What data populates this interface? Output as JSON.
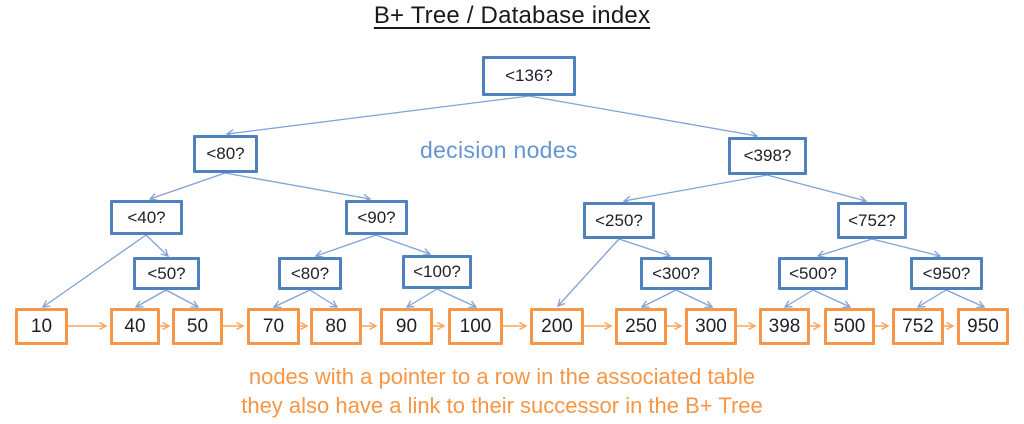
{
  "title": "B+ Tree / Database index",
  "annotations": {
    "decision_nodes_label": "decision nodes",
    "caption_line1": "nodes with a pointer to a row in the associated table",
    "caption_line2": "they also have a link to their successor in the B+ Tree"
  },
  "colors": {
    "background": "#ffffff",
    "title_text": "#1a1a1a",
    "decision_border": "#4f81bd",
    "decision_edge": "#7fa3d7",
    "decision_label_text": "#6494d4",
    "leaf_border": "#f79646",
    "leaf_edge": "#f9a55f",
    "caption_text": "#f79646",
    "node_text": "#1f1f28"
  },
  "tree": {
    "decision_nodes": [
      {
        "id": "d136",
        "label": "<136?"
      },
      {
        "id": "d80",
        "label": "<80?"
      },
      {
        "id": "d398",
        "label": "<398?"
      },
      {
        "id": "d40",
        "label": "<40?"
      },
      {
        "id": "d90",
        "label": "<90?"
      },
      {
        "id": "d250",
        "label": "<250?"
      },
      {
        "id": "d752",
        "label": "<752?"
      },
      {
        "id": "d50",
        "label": "<50?"
      },
      {
        "id": "d80b",
        "label": "<80?"
      },
      {
        "id": "d100",
        "label": "<100?"
      },
      {
        "id": "d300",
        "label": "<300?"
      },
      {
        "id": "d500",
        "label": "<500?"
      },
      {
        "id": "d950",
        "label": "<950?"
      }
    ],
    "leaves": [
      {
        "id": "l10",
        "value": "10"
      },
      {
        "id": "l40",
        "value": "40"
      },
      {
        "id": "l50",
        "value": "50"
      },
      {
        "id": "l70",
        "value": "70"
      },
      {
        "id": "l80",
        "value": "80"
      },
      {
        "id": "l90",
        "value": "90"
      },
      {
        "id": "l100",
        "value": "100"
      },
      {
        "id": "l200",
        "value": "200"
      },
      {
        "id": "l250",
        "value": "250"
      },
      {
        "id": "l300",
        "value": "300"
      },
      {
        "id": "l398",
        "value": "398"
      },
      {
        "id": "l500",
        "value": "500"
      },
      {
        "id": "l752",
        "value": "752"
      },
      {
        "id": "l950",
        "value": "950"
      }
    ],
    "edges": [
      [
        "d136",
        "d80"
      ],
      [
        "d136",
        "d398"
      ],
      [
        "d80",
        "d40"
      ],
      [
        "d80",
        "d90"
      ],
      [
        "d398",
        "d250"
      ],
      [
        "d398",
        "d752"
      ],
      [
        "d40",
        "l10"
      ],
      [
        "d40",
        "d50"
      ],
      [
        "d50",
        "l40"
      ],
      [
        "d50",
        "l50"
      ],
      [
        "d90",
        "d80b"
      ],
      [
        "d90",
        "d100"
      ],
      [
        "d80b",
        "l70"
      ],
      [
        "d80b",
        "l80"
      ],
      [
        "d100",
        "l90"
      ],
      [
        "d100",
        "l100"
      ],
      [
        "d250",
        "l200"
      ],
      [
        "d250",
        "d300"
      ],
      [
        "d300",
        "l250"
      ],
      [
        "d300",
        "l300"
      ],
      [
        "d752",
        "d500"
      ],
      [
        "d752",
        "d950"
      ],
      [
        "d500",
        "l398"
      ],
      [
        "d500",
        "l500"
      ],
      [
        "d950",
        "l752"
      ],
      [
        "d950",
        "l950"
      ]
    ],
    "successor_links": [
      [
        "l10",
        "l40"
      ],
      [
        "l40",
        "l50"
      ],
      [
        "l50",
        "l70"
      ],
      [
        "l70",
        "l80"
      ],
      [
        "l80",
        "l90"
      ],
      [
        "l90",
        "l100"
      ],
      [
        "l100",
        "l200"
      ],
      [
        "l200",
        "l250"
      ],
      [
        "l250",
        "l300"
      ],
      [
        "l300",
        "l398"
      ],
      [
        "l398",
        "l500"
      ],
      [
        "l500",
        "l752"
      ],
      [
        "l752",
        "l950"
      ]
    ]
  }
}
